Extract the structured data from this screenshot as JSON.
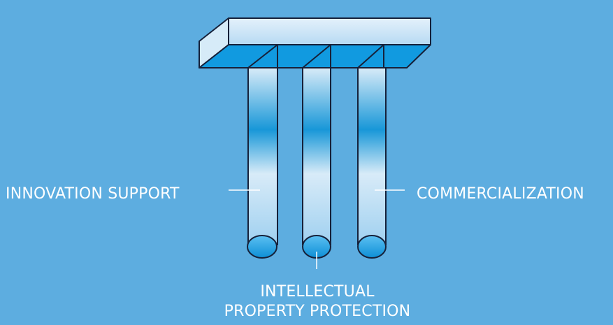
{
  "labels": {
    "left": "INNOVATION SUPPORT",
    "right": "COMMERCIALIZATION",
    "bottom_line1": "INTELLECTUAL",
    "bottom_line2": "PROPERTY PROTECTION"
  },
  "colors": {
    "background": "#5dade0",
    "pillar_light": "#d8ebf8",
    "pillar_dark": "#1897d8",
    "outline": "#16213a",
    "text": "#ffffff"
  }
}
